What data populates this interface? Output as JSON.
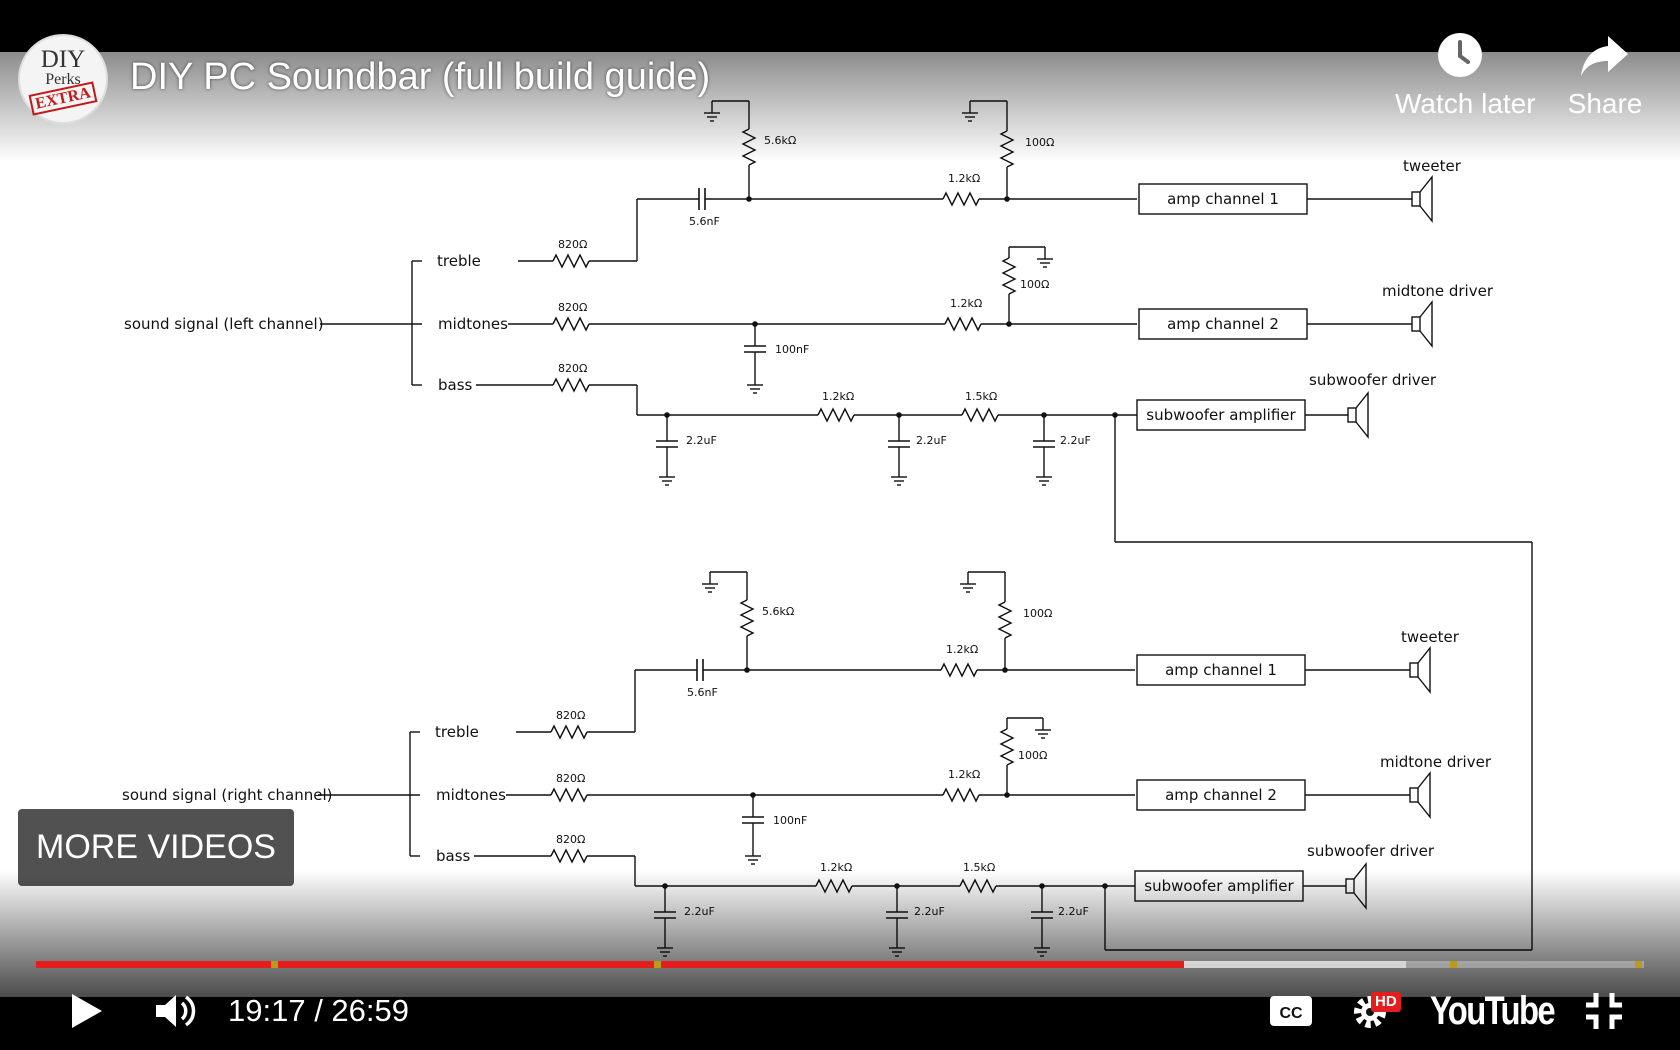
{
  "video": {
    "title": "DIY PC Soundbar (full build guide)",
    "channel_avatar": {
      "line1": "DIY",
      "line2": "Perks",
      "line3": "EXTRA"
    }
  },
  "top_actions": {
    "watch_later": "Watch later",
    "share": "Share"
  },
  "more_videos": "MORE VIDEOS",
  "controls": {
    "current_time": "19:17",
    "duration": "26:59",
    "time_text": "19:17 / 26:59",
    "hd_badge": "HD",
    "youtube_logo": "YouTube",
    "progress_played_fraction": 0.714,
    "progress_buffered_fraction": 0.852,
    "chapter_markers_fraction": [
      0.148,
      0.386,
      0.881,
      0.996
    ],
    "colors": {
      "played": "#e41e1e",
      "marker": "#b89b1a"
    }
  },
  "icons": {
    "watch_later": "clock-icon",
    "share": "share-arrow-icon",
    "play": "play-icon",
    "volume": "volume-icon",
    "cc": "closed-captions-icon",
    "settings": "gear-icon",
    "fullscreen_exit": "exit-fullscreen-icon"
  },
  "schematic": {
    "left": {
      "input": "sound signal (left channel)",
      "treble": "treble",
      "midtones": "midtones",
      "bass": "bass",
      "r_treble": "820Ω",
      "r_mid": "820Ω",
      "r_bass": "820Ω",
      "c_treble": "5.6nF",
      "r_treble_shunt": "5.6kΩ",
      "r_treble_series": "1.2kΩ",
      "r_treble_att": "100Ω",
      "c_mid": "100nF",
      "r_mid_series": "1.2kΩ",
      "r_mid_att": "100Ω",
      "c_bass1": "2.2uF",
      "r_bass1": "1.2kΩ",
      "c_bass2": "2.2uF",
      "r_bass2": "1.5kΩ",
      "c_bass3": "2.2uF",
      "amp1": "amp channel 1",
      "amp2": "amp channel 2",
      "sub_amp": "subwoofer amplifier",
      "tweeter": "tweeter",
      "midtone_driver": "midtone driver",
      "sub_driver": "subwoofer driver"
    },
    "right": {
      "input": "sound signal (right channel)",
      "treble": "treble",
      "midtones": "midtones",
      "bass": "bass",
      "r_treble": "820Ω",
      "r_mid": "820Ω",
      "r_bass": "820Ω",
      "c_treble": "5.6nF",
      "r_treble_shunt": "5.6kΩ",
      "r_treble_series": "1.2kΩ",
      "r_treble_att": "100Ω",
      "c_mid": "100nF",
      "r_mid_series": "1.2kΩ",
      "r_mid_att": "100Ω",
      "c_bass1": "2.2uF",
      "r_bass1": "1.2kΩ",
      "c_bass2": "2.2uF",
      "r_bass2": "1.5kΩ",
      "c_bass3": "2.2uF",
      "amp1": "amp channel 1",
      "amp2": "amp channel 2",
      "sub_amp": "subwoofer amplifier",
      "tweeter": "tweeter",
      "midtone_driver": "midtone driver",
      "sub_driver": "subwoofer driver"
    }
  }
}
